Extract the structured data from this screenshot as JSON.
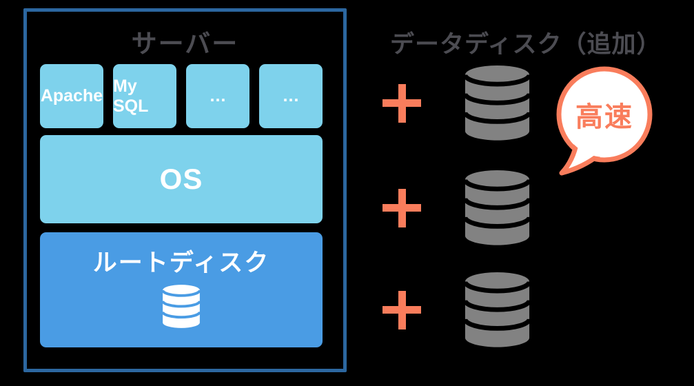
{
  "colors": {
    "background": "#000000",
    "panel_border": "#2c67a0",
    "light_blue": "#7ed2ec",
    "medium_blue": "#4a9ce4",
    "coral": "#f97d5c",
    "disk_gray": "#828282",
    "title_gray": "#4c4c52",
    "white": "#ffffff"
  },
  "server": {
    "title": "サーバー",
    "apps": [
      {
        "label": "Apache"
      },
      {
        "label": "My SQL"
      },
      {
        "label": "…"
      },
      {
        "label": "…"
      }
    ],
    "os_label": "OS",
    "root_disk": {
      "label": "ルートディスク",
      "icon": "database-icon"
    }
  },
  "data_disks": {
    "title": "データディスク（追加）",
    "rows": [
      {
        "operator": "+",
        "icon": "database-icon"
      },
      {
        "operator": "+",
        "icon": "database-icon"
      },
      {
        "operator": "+",
        "icon": "database-icon"
      }
    ]
  },
  "callout": {
    "label": "高速",
    "shape": "speech-bubble"
  }
}
